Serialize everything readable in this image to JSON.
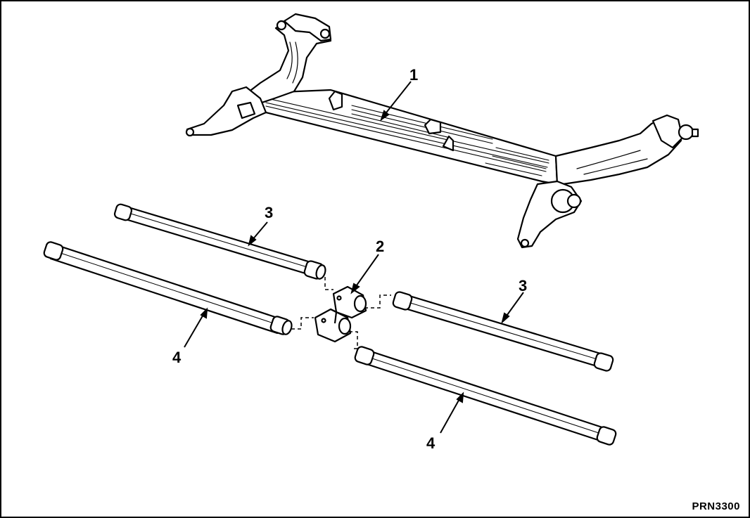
{
  "callouts": {
    "axle": "1",
    "center_bracket": "2",
    "upper_left_bar": "3",
    "upper_right_bar": "3",
    "lower_left_bar": "4",
    "lower_right_bar": "4"
  },
  "reference_code": "PRN3300"
}
